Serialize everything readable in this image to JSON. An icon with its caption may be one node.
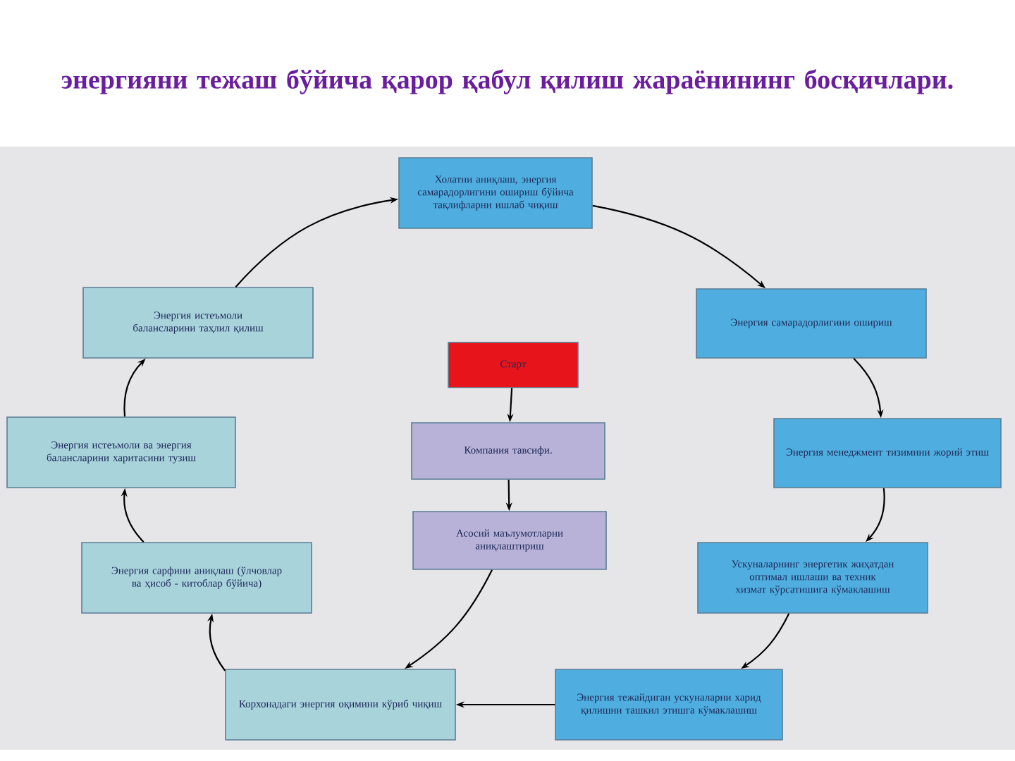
{
  "diagram": {
    "title": "энергияни тежаш бўйича қарор қабул қилиш жараёнининг босқичлари.",
    "nodes": [
      {
        "text": [
          "Холатни аниқлаш, энергия самарадорлигини ошириш бўйича тақлифларни ишлаб чиқиш"
        ]
      },
      {
        "text": [
          "Энергия самарадорлигини ошириш"
        ]
      },
      {
        "text": [
          "Энергия менеджмент тизимини жорий этиш"
        ]
      },
      {
        "text": [
          "Ускуналарнинг энергетик жиҳатдан оптимал ишлаши ва техник хизмат кўрсатишига кўмаклашиш"
        ]
      },
      {
        "text": [
          "Энергия тежайдиган ускуналарни харид қилишни ташкил этишга кўмаклашиш"
        ]
      },
      {
        "text": [
          "Корхонадаги энергия оқимини кўриб чиқиш"
        ]
      },
      {
        "text": [
          "Энергия сарфини аниқлаш (ўлчовлар ва ҳисоб - китоблар бўйича)"
        ]
      },
      {
        "text": [
          "Энергия истеъмоли ва энергия балансларини харитасини тузиш"
        ]
      },
      {
        "text": [
          "Энергия истеъмоли балансларини таҳлил қилиш"
        ]
      },
      {
        "text": [
          "Старт"
        ]
      },
      {
        "text": [
          "Компания тавсифи."
        ]
      },
      {
        "text": [
          "Асосий маълумотларни аниқлаштириш"
        ]
      }
    ],
    "edges": [
      {
        "from": 8,
        "to": 0,
        "arrow": "to"
      },
      {
        "from": 0,
        "to": 1,
        "arrow": "to"
      },
      {
        "from": 1,
        "to": 2,
        "arrow": "to"
      },
      {
        "from": 2,
        "to": 3,
        "arrow": "to"
      },
      {
        "from": 3,
        "to": 4,
        "arrow": "to"
      },
      {
        "from": 4,
        "to": 5,
        "arrow": "to"
      },
      {
        "from": 11,
        "to": 5,
        "arrow": "to"
      },
      {
        "from": 5,
        "to": 6,
        "arrow": "to"
      },
      {
        "from": 6,
        "to": 7,
        "arrow": "to"
      },
      {
        "from": 7,
        "to": 8,
        "arrow": "to"
      },
      {
        "from": 9,
        "to": 10,
        "arrow": "to"
      },
      {
        "from": 10,
        "to": 11,
        "arrow": "to"
      }
    ]
  }
}
